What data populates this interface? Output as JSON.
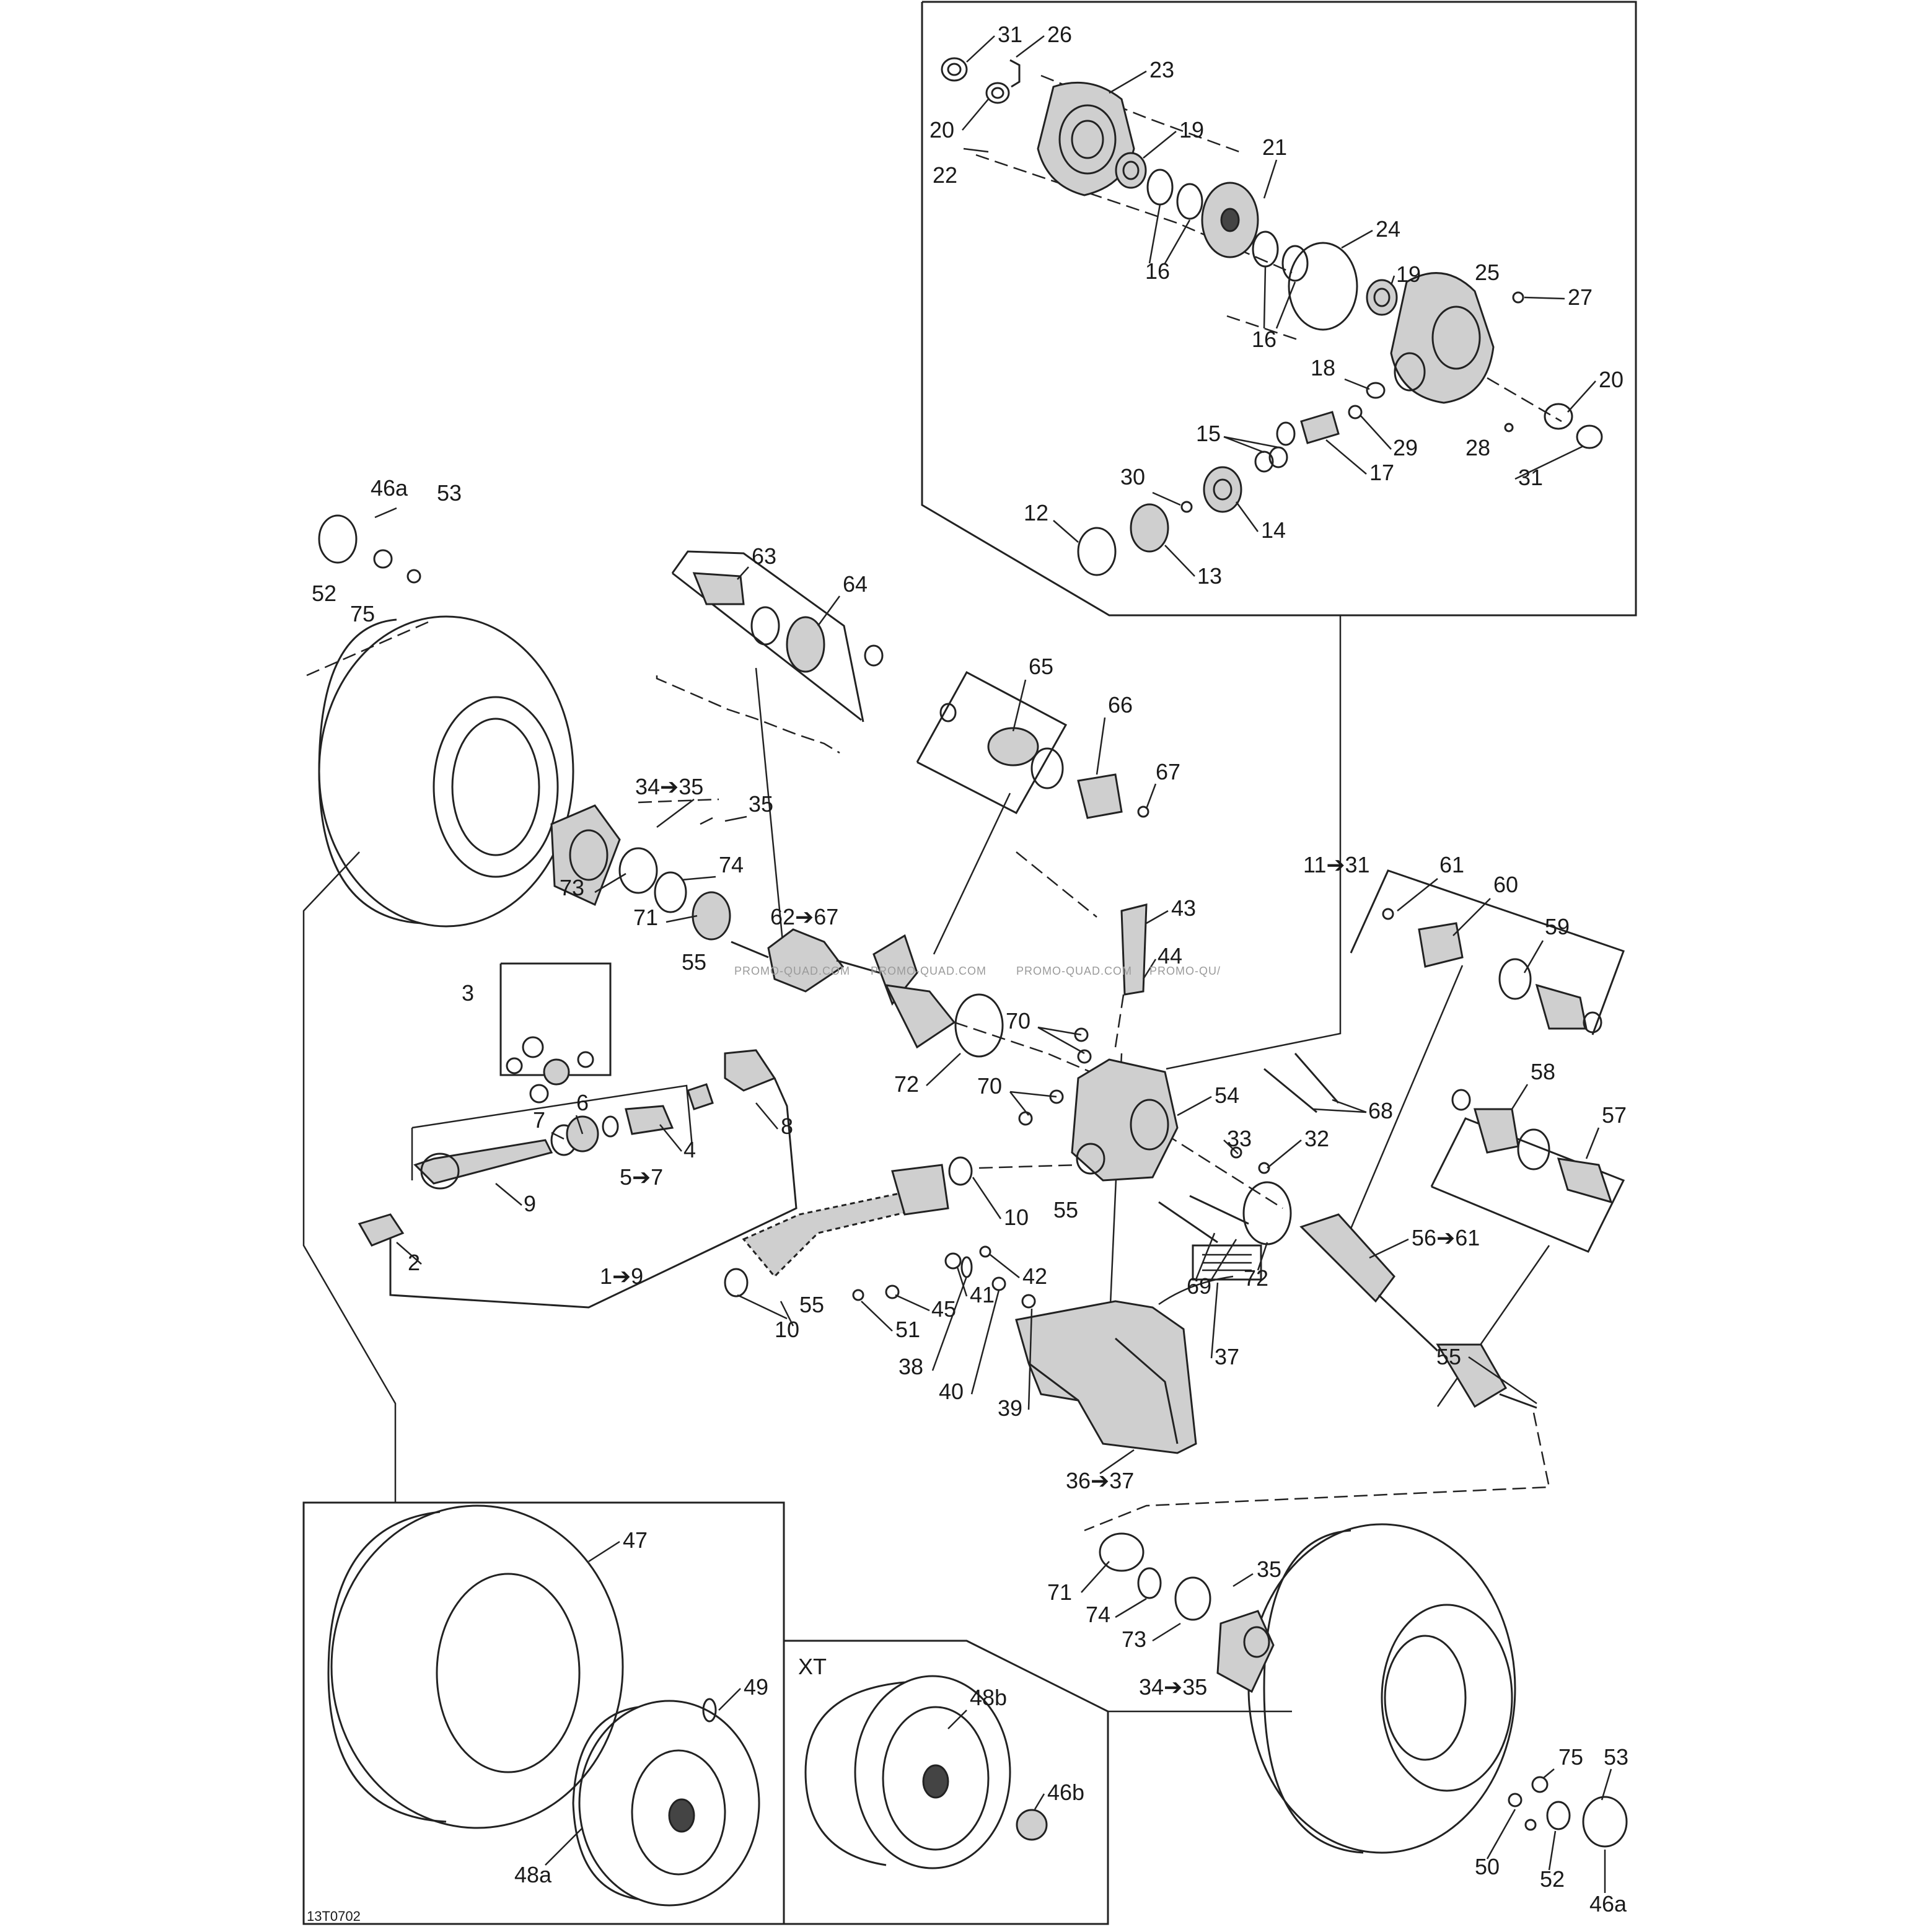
{
  "drawing_code": "13T0702",
  "watermark": "PROMO-QUAD.COM",
  "watermark_cut": "PROMO-QU/",
  "variant_label": "XT",
  "colors": {
    "line": "#222222",
    "fill": "#cfcfcf",
    "watermark": "#9a9a9a"
  },
  "callouts": {
    "c31a": "31",
    "c26": "26",
    "c23": "23",
    "c20a": "20",
    "c19a": "19",
    "c22": "22",
    "c21": "21",
    "c16a": "16",
    "c24": "24",
    "c19b": "19",
    "c25": "25",
    "c27": "27",
    "c16b": "16",
    "c18": "18",
    "c20b": "20",
    "c15": "15",
    "c29": "29",
    "c28": "28",
    "c17": "17",
    "c31b": "31",
    "c30": "30",
    "c14": "14",
    "c12": "12",
    "c13": "13",
    "c46a_top": "46a",
    "c53_top": "53",
    "c52_top": "52",
    "c75_top": "75",
    "c63": "63",
    "c64": "64",
    "c65": "65",
    "c66": "66",
    "c67": "67",
    "c34_35_top": "34➔35",
    "c35_top": "35",
    "c74_top": "74",
    "c73_top": "73",
    "c71_top": "71",
    "c62_67": "62➔67",
    "c55a": "55",
    "c11_31": "11➔31",
    "c61": "61",
    "c60": "60",
    "c59": "59",
    "c43": "43",
    "c44": "44",
    "c3": "3",
    "c70a": "70",
    "c72a": "72",
    "c70b": "70",
    "c54": "54",
    "c68": "68",
    "c6": "6",
    "c7": "7",
    "c4": "4",
    "c8": "8",
    "c5_7": "5➔7",
    "c33": "33",
    "c32": "32",
    "c58": "58",
    "c57": "57",
    "c9": "9",
    "c10a": "10",
    "c55b": "55",
    "c2": "2",
    "c1_9": "1➔9",
    "c42": "42",
    "c69": "69",
    "c72b": "72",
    "c56_61": "56➔61",
    "c41": "41",
    "c45": "45",
    "c55c": "55",
    "c10b": "10",
    "c51": "51",
    "c37": "37",
    "c38": "38",
    "c40": "40",
    "c39": "39",
    "c36_37": "36➔37",
    "c55d": "55",
    "c47": "47",
    "c35_bot": "35",
    "c71_bot": "71",
    "c74_bot": "74",
    "c73_bot": "73",
    "c34_35_bot": "34➔35",
    "c49": "49",
    "c48b": "48b",
    "c46b": "46b",
    "c48a": "48a",
    "c75_bot": "75",
    "c53_bot": "53",
    "c50": "50",
    "c52_bot": "52",
    "c46a_bot": "46a"
  }
}
